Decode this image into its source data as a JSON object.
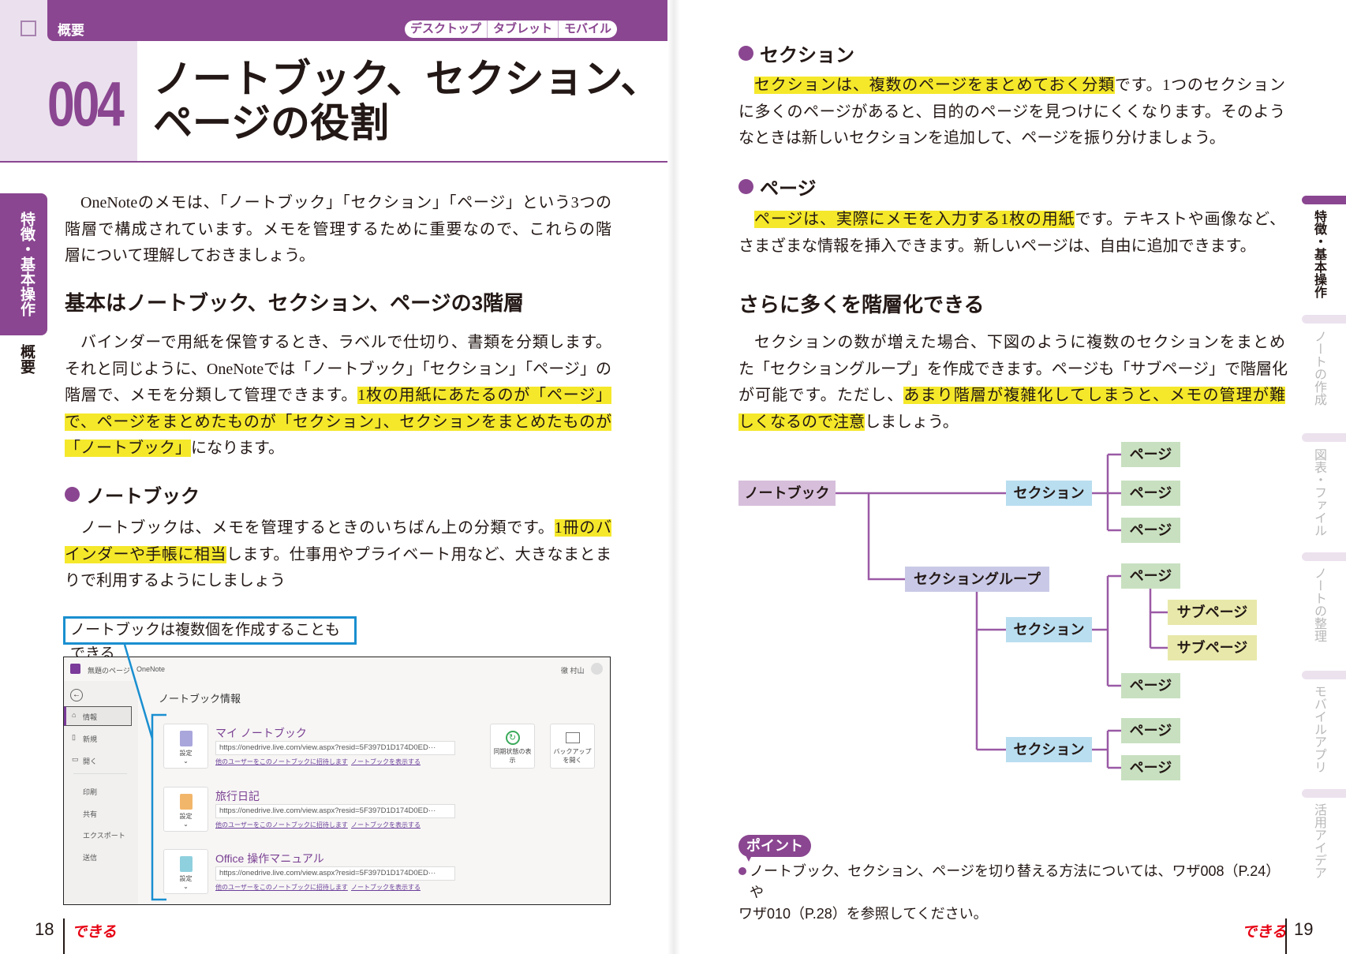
{
  "header": {
    "category": "概要",
    "badges": [
      "デスクトップ",
      "タブレット",
      "モバイル"
    ],
    "number": "004",
    "title_lines": [
      "ノートブック、セクション、",
      "ページの役割"
    ]
  },
  "side_tab": {
    "active": "特徴・基本操作",
    "sub": "概要"
  },
  "left": {
    "intro": [
      [
        {
          "t": "OneNoteのメモは、「ノートブック」「セクション」「ページ」という3つの"
        }
      ],
      [
        {
          "t": "階層で構成されています。メモを管理するために重要なので、これらの階"
        }
      ],
      [
        {
          "t": "層について理解しておきましょう。"
        }
      ]
    ],
    "heading": "基本はノートブック、セクション、ページの3階層",
    "para2": [
      [
        {
          "t": "バインダーで用紙を保管するとき、ラベルで仕切り、書類を分類します。"
        }
      ],
      [
        {
          "t": "それと同じように、OneNoteでは「ノートブック」「セクション」「ページ」の"
        }
      ],
      [
        {
          "t": "階層で、メモを分類して管理できます。"
        },
        {
          "t": "1枚の用紙にあたるのが「ページ」",
          "hl": true
        }
      ],
      [
        {
          "t": "で、ページをまとめたものが「セクション」、セクションをまとめたものが",
          "hl": true
        }
      ],
      [
        {
          "t": "「ノートブック」",
          "hl": true
        },
        {
          "t": "になります。"
        }
      ]
    ],
    "notebook_heading": "ノートブック",
    "para3": [
      [
        {
          "t": "ノートブックは、メモを管理するときのいちばん上の分類です。"
        },
        {
          "t": "1冊のバ",
          "hl": true
        }
      ],
      [
        {
          "t": "インダーや手帳に相当",
          "hl": true
        },
        {
          "t": "します。仕事用やプライベート用など、大きなまとま"
        }
      ],
      [
        {
          "t": "りで利用するようにしましょう"
        }
      ]
    ],
    "callout": "ノートブックは複数個を作成することもできる",
    "screenshot": {
      "titlebar": {
        "page": "無題のページ",
        "app": "OneNote",
        "user": "徹 村山"
      },
      "nav": [
        "情報",
        "新規",
        "開く",
        "印刷",
        "共有",
        "エクスポート",
        "送信"
      ],
      "heading": "ノートブック情報",
      "settings_label": "設定",
      "notebooks": [
        {
          "name": "マイ ノートブック",
          "color": "#a9a6dc"
        },
        {
          "name": "旅行日記",
          "color": "#f2b66b"
        },
        {
          "name": "Office 操作マニュアル",
          "color": "#8fd0de"
        }
      ],
      "url": "https://onedrive.live.com/view.aspx?resid=5F397D1D174D0ED···",
      "invite_link": "他のユーザーをこのノートブックに招待します",
      "view_link": "ノートブックを表示する",
      "sync_button": "同期状態の表示",
      "backup_button": "バックアップを開く"
    },
    "page_number": "18",
    "brand": "できる"
  },
  "right": {
    "section_heading": "セクション",
    "section_para": [
      [
        {
          "t": "セクションは、複数のページをまとめておく分類",
          "hl": true
        },
        {
          "t": "です。1つのセクション"
        }
      ],
      [
        {
          "t": "に多くのページがあると、目的のページを見つけにくくなります。そのよう"
        }
      ],
      [
        {
          "t": "なときは新しいセクションを追加して、ページを振り分けましょう。"
        }
      ]
    ],
    "page_heading": "ページ",
    "page_para": [
      [
        {
          "t": "ページは、実際にメモを入力する1枚の用紙",
          "hl": true
        },
        {
          "t": "です。テキストや画像など、"
        }
      ],
      [
        {
          "t": "さまざまな情報を挿入できます。新しいページは、自由に追加できます。"
        }
      ]
    ],
    "heading": "さらに多くを階層化できる",
    "hier_para": [
      [
        {
          "t": "セクションの数が増えた場合、下図のように複数のセクションをまとめ"
        }
      ],
      [
        {
          "t": "た「セクショングループ」を作成できます。ページも「サブページ」で階層化"
        }
      ],
      [
        {
          "t": "が可能です。ただし、"
        },
        {
          "t": "あまり階層が複雑化してしまうと、メモの管理が難",
          "hl": true
        }
      ],
      [
        {
          "t": "しくなるので注意",
          "hl": true
        },
        {
          "t": "しましょう。"
        }
      ]
    ],
    "diagram": {
      "notebook": "ノートブック",
      "section": "セクション",
      "group": "セクショングループ",
      "page": "ページ",
      "subpage": "サブページ"
    },
    "point": {
      "label": "ポイント",
      "lines": [
        "ノートブック、セクション、ページを切り替える方法については、ワザ008（P.24）や",
        "ワザ010（P.28）を参照してください。"
      ]
    },
    "page_number": "19",
    "brand": "できる"
  },
  "thumb_tabs": [
    "特徴・基本操作",
    "ノートの作成",
    "図表・ファイル",
    "ノートの整理",
    "モバイルアプリ",
    "活用アイデア"
  ],
  "colors": {
    "accent": "#8a4690",
    "highlight": "#f5e82a",
    "callout": "#1a8fd0",
    "brand": "#e60012"
  }
}
